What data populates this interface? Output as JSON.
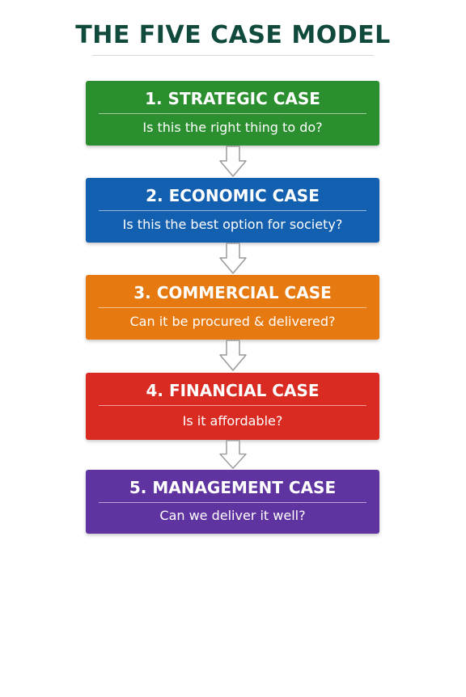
{
  "title": "THE FIVE CASE MODEL",
  "colors": {
    "title": "#0f4a3c",
    "strategic": "#2b8f2f",
    "economic": "#1460b0",
    "commercial": "#e6790f",
    "financial": "#d92b22",
    "management": "#6034a0"
  },
  "cases": [
    {
      "heading": "1. STRATEGIC CASE",
      "question": "Is this the right thing to do?"
    },
    {
      "heading": "2. ECONOMIC CASE",
      "question": "Is this the best option for society?"
    },
    {
      "heading": "3. COMMERCIAL CASE",
      "question": "Can it be procured & delivered?"
    },
    {
      "heading": "4. FINANCIAL CASE",
      "question": "Is it affordable?"
    },
    {
      "heading": "5. MANAGEMENT CASE",
      "question": "Can we deliver it well?"
    }
  ],
  "arrow_icon": "down-arrow-icon"
}
